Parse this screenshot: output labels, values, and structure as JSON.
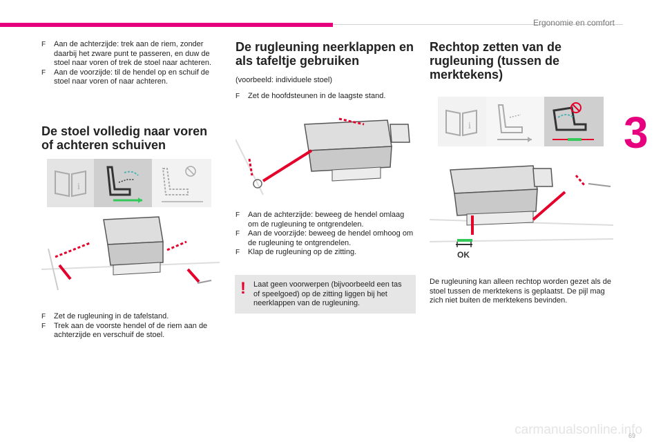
{
  "header": {
    "section_title": "Ergonomie en comfort",
    "chapter": "3"
  },
  "col1": {
    "bullets_top": [
      "Aan de achterzijde: trek aan de riem, zonder daarbij het zware punt te passeren, en duw de stoel naar voren of trek de stoel naar achteren.",
      "Aan de voorzijde: til de hendel op en schuif de stoel naar voren of naar achteren."
    ],
    "heading": "De stoel volledig naar voren of achteren schuiven",
    "bullets_bottom": [
      "Zet de rugleuning in de tafelstand.",
      "Trek aan de voorste hendel of de riem aan de achterzijde en verschuif de stoel."
    ]
  },
  "col2": {
    "heading": "De rugleuning neerklappen en als tafeltje gebruiken",
    "intro": "(voorbeeld: individuele stoel)",
    "bullets_top": [
      "Zet de hoofdsteunen in de laagste stand."
    ],
    "bullets_bottom": [
      "Aan de achterzijde: beweeg de hendel omlaag om de rugleuning te ontgrendelen.",
      "Aan de voorzijde: beweeg de hendel omhoog om de rugleuning te ontgrendelen.",
      "Klap de rugleuning op de zitting."
    ],
    "warning": "Laat geen voorwerpen (bijvoorbeeld een tas of speelgoed) op de zitting liggen bij het neerklappen van de rugleuning."
  },
  "col3": {
    "heading": "Rechtop zetten van de rugleuning (tussen de merktekens)",
    "ok_label": "OK",
    "paragraph": "De rugleuning kan alleen rechtop worden gezet als de stoel tussen de merktekens is geplaatst. De pijl mag zich niet buiten de merktekens bevinden."
  },
  "bullet_marker": "F",
  "footer": {
    "watermark": "carmanualsonline.info",
    "page_number": "69"
  },
  "colors": {
    "accent": "#e6007e",
    "arrow": "#e4002b",
    "marker_green": "#34c759",
    "teal": "#4fb3b3"
  },
  "icons": [
    "book-info-icon",
    "seat-slide-icon",
    "seat-no-fold-icon",
    "seat-slide-left-icon",
    "seat-fold-forbidden-icon",
    "warning-exclamation-icon"
  ]
}
